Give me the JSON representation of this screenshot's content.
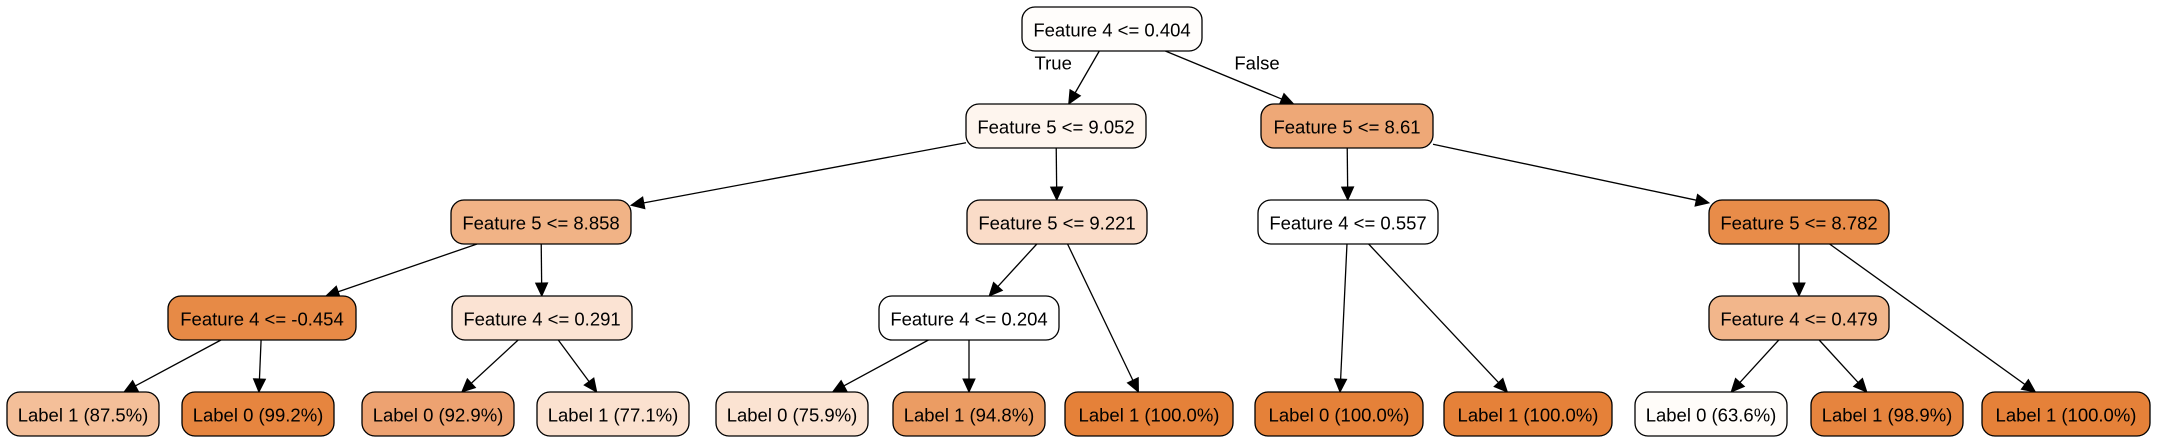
{
  "nodes": [
    {
      "id": "n0",
      "text": "Feature 4 <= 0.404",
      "fill": "#fffdfb"
    },
    {
      "id": "n1",
      "text": "Feature 5 <= 9.052",
      "fill": "#fef5ee"
    },
    {
      "id": "n2",
      "text": "Feature 5 <= 8.61",
      "fill": "#eea877"
    },
    {
      "id": "n3",
      "text": "Feature 5 <= 8.858",
      "fill": "#f1b386"
    },
    {
      "id": "n4",
      "text": "Feature 5 <= 9.221",
      "fill": "#fadcc8"
    },
    {
      "id": "n5",
      "text": "Feature 4 <= 0.557",
      "fill": "#ffffff"
    },
    {
      "id": "n6",
      "text": "Feature 5 <= 8.782",
      "fill": "#e88c49"
    },
    {
      "id": "n7",
      "text": "Feature 4 <= -0.454",
      "fill": "#e78a46"
    },
    {
      "id": "n8",
      "text": "Feature 4 <= 0.291",
      "fill": "#fbe3d3"
    },
    {
      "id": "n9",
      "text": "Feature 4 <= 0.204",
      "fill": "#ffffff"
    },
    {
      "id": "n10",
      "text": "Feature 4 <= 0.479",
      "fill": "#f2b68b"
    },
    {
      "id": "l1",
      "text": "Label 1 (87.5%)",
      "fill": "#f4bf99"
    },
    {
      "id": "l2",
      "text": "Label 0 (99.2%)",
      "fill": "#e6853f"
    },
    {
      "id": "l3",
      "text": "Label 0 (92.9%)",
      "fill": "#eda271"
    },
    {
      "id": "l4",
      "text": "Label 1 (77.1%)",
      "fill": "#fbe1cf"
    },
    {
      "id": "l5",
      "text": "Label 0 (75.9%)",
      "fill": "#fbe3d2"
    },
    {
      "id": "l6",
      "text": "Label 1 (94.8%)",
      "fill": "#eb9c63"
    },
    {
      "id": "l7",
      "text": "Label 1 (100.0%)",
      "fill": "#e58139"
    },
    {
      "id": "l8",
      "text": "Label 0 (100.0%)",
      "fill": "#e58139"
    },
    {
      "id": "l9",
      "text": "Label 1 (100.0%)",
      "fill": "#e58139"
    },
    {
      "id": "l10",
      "text": "Label 0 (63.6%)",
      "fill": "#fffcf9"
    },
    {
      "id": "l11",
      "text": "Label 1 (98.9%)",
      "fill": "#e6843e"
    },
    {
      "id": "l12",
      "text": "Label 1 (100.0%)",
      "fill": "#e58139"
    }
  ],
  "edges": [
    {
      "from": "n0",
      "to": "n1",
      "label": "True"
    },
    {
      "from": "n0",
      "to": "n2",
      "label": "False"
    },
    {
      "from": "n1",
      "to": "n3"
    },
    {
      "from": "n1",
      "to": "n4"
    },
    {
      "from": "n2",
      "to": "n5"
    },
    {
      "from": "n2",
      "to": "n6"
    },
    {
      "from": "n3",
      "to": "n7"
    },
    {
      "from": "n3",
      "to": "n8"
    },
    {
      "from": "n4",
      "to": "n9"
    },
    {
      "from": "n4",
      "to": "l7"
    },
    {
      "from": "n5",
      "to": "l8"
    },
    {
      "from": "n5",
      "to": "l9"
    },
    {
      "from": "n6",
      "to": "n10"
    },
    {
      "from": "n6",
      "to": "l12"
    },
    {
      "from": "n7",
      "to": "l1"
    },
    {
      "from": "n7",
      "to": "l2"
    },
    {
      "from": "n8",
      "to": "l3"
    },
    {
      "from": "n8",
      "to": "l4"
    },
    {
      "from": "n9",
      "to": "l5"
    },
    {
      "from": "n9",
      "to": "l6"
    },
    {
      "from": "n10",
      "to": "l10"
    },
    {
      "from": "n10",
      "to": "l11"
    }
  ]
}
